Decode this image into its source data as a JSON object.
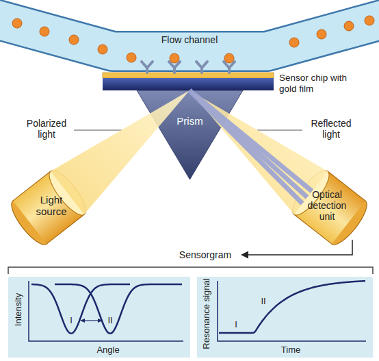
{
  "diagram": {
    "nodes": [
      {
        "text": [
          "Prism"
        ]
      },
      {
        "text": [
          "Light source"
        ]
      },
      {
        "text": [
          "Optical detection unit"
        ]
      }
    ],
    "labels": [
      "Flow channel",
      "Sensor chip with gold film",
      "Polarized light",
      "Reflected light",
      "Sensorgram",
      "Intensity",
      "I",
      "II",
      "Angle",
      "Resonance signal",
      "I",
      "II",
      "Time"
    ]
  }
}
